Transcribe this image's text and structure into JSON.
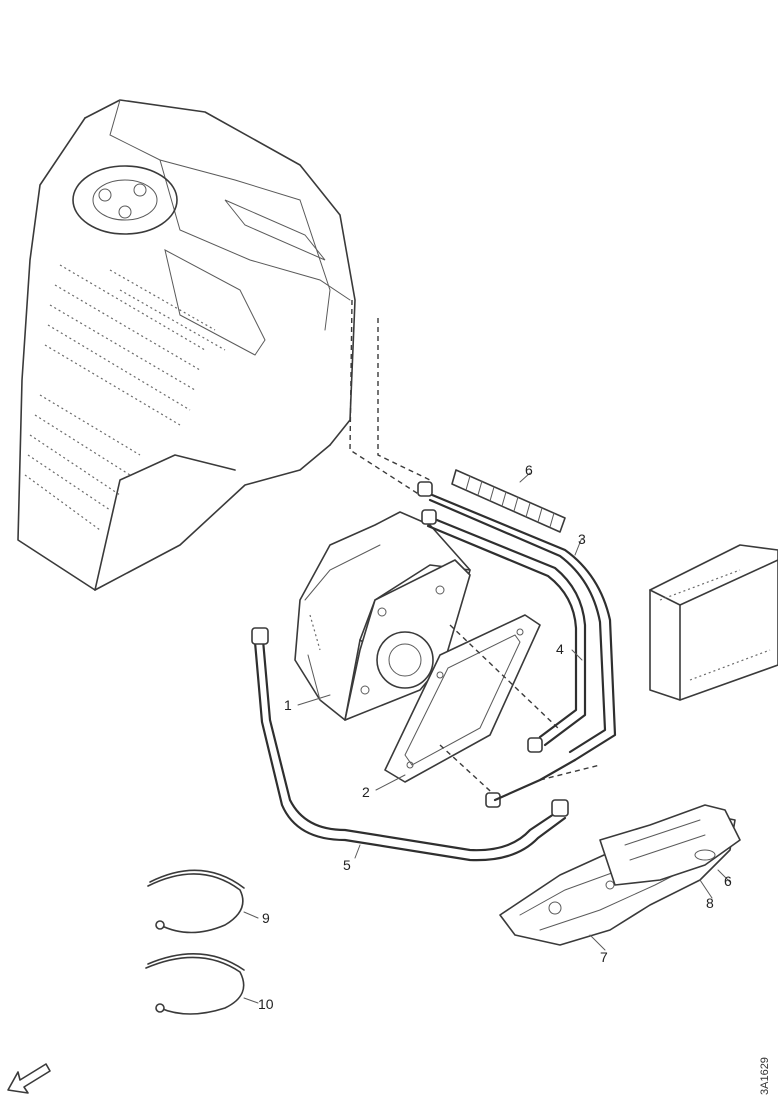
{
  "callouts": {
    "c1": "1",
    "c2": "2",
    "c3": "3",
    "c4": "4",
    "c5": "5",
    "c6a": "6",
    "c6b": "6",
    "c7": "7",
    "c8": "8",
    "c9": "9",
    "c10": "10"
  },
  "document_id": "3A1629",
  "icons": {
    "direction": "direction-arrow-icon"
  }
}
